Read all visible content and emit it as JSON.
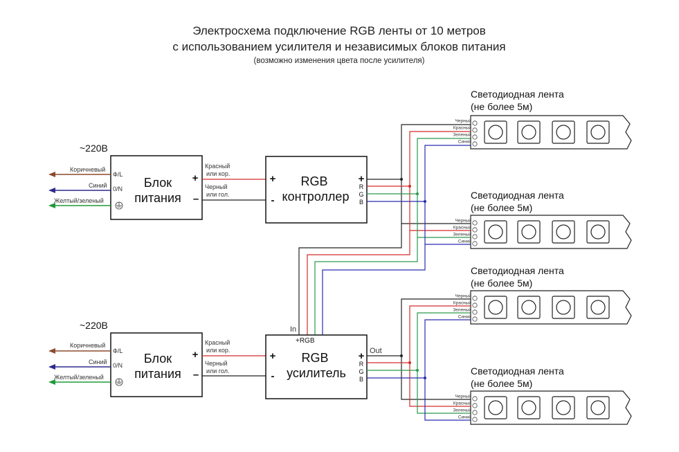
{
  "title": {
    "line1": "Электросхема подключение  RGB ленты от 10 метров",
    "line2": "с использованием усилителя и независимых блоков питания",
    "note": "(возможно изменения цвета после усилителя)"
  },
  "power_supplies": [
    {
      "mains": "~220В",
      "label_line1": "Блок",
      "label_line2": "питания",
      "in_wires": [
        {
          "label": "Коричневый",
          "pin": "Ф/L",
          "color": "#8b4a2b"
        },
        {
          "label": "Синий",
          "pin": "0/N",
          "color": "#2e2a8c"
        },
        {
          "label": "Желтый/зеленый",
          "pin": "",
          "color": "#1f9a3a"
        }
      ],
      "out_plus": "+",
      "out_minus": "–",
      "plus_label_1": "Красный",
      "plus_label_2": "или кор.",
      "minus_label_1": "Черный",
      "minus_label_2": "или гол."
    },
    {
      "mains": "~220В",
      "label_line1": "Блок",
      "label_line2": "питания",
      "in_wires": [
        {
          "label": "Коричневый",
          "pin": "Ф/L",
          "color": "#8b4a2b"
        },
        {
          "label": "Синий",
          "pin": "0/N",
          "color": "#2e2a8c"
        },
        {
          "label": "Желтый/зеленый",
          "pin": "",
          "color": "#1f9a3a"
        }
      ],
      "out_plus": "+",
      "out_minus": "–",
      "plus_label_1": "Красный",
      "plus_label_2": "или кор.",
      "minus_label_1": "Черный",
      "minus_label_2": "или гол."
    }
  ],
  "controller": {
    "line1": "RGB",
    "line2": "контроллер",
    "in_plus": "+",
    "in_minus": "-",
    "out_plus": "+",
    "out_r": "R",
    "out_g": "G",
    "out_b": "B"
  },
  "amplifier": {
    "line1": "RGB",
    "line2": "усилитель",
    "in_label": "In",
    "in_pins": "+RGB",
    "out_label": "Out",
    "in_plus": "+",
    "in_minus": "-",
    "out_plus": "+",
    "out_r": "R",
    "out_g": "G",
    "out_b": "B"
  },
  "strips": [
    {
      "line1": "Светодиодная лента",
      "line2": "(не более 5м)"
    },
    {
      "line1": "Светодиодная лента",
      "line2": "(не более 5м)"
    },
    {
      "line1": "Светодиодная лента",
      "line2": "(не более 5м)"
    },
    {
      "line1": "Светодиодная лента",
      "line2": "(не более 5м)"
    }
  ],
  "strip_wire_labels": [
    "Черный",
    "Красный",
    "Зеленый",
    "Синий"
  ],
  "wire_colors": {
    "plus": "#222222",
    "red": "#d42a2a",
    "green": "#2a9a4a",
    "blue": "#2a2ab0",
    "brown": "#8b4a2b",
    "navy": "#2e2a8c",
    "earth": "#1f9a3a"
  },
  "icons": {
    "ground": "ground-icon",
    "arrow": "arrow-left-icon",
    "led": "led-chip-icon"
  }
}
